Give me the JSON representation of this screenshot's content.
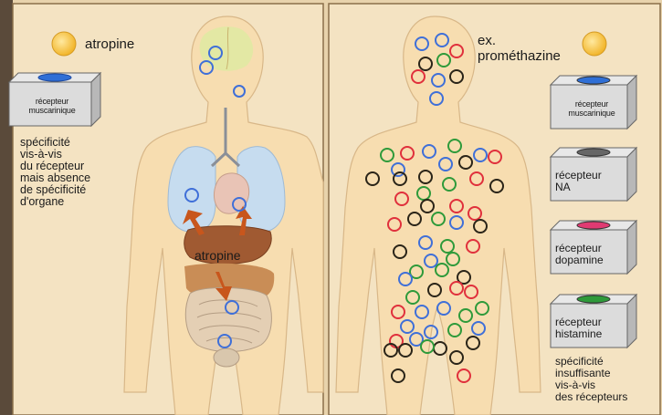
{
  "left_panel": {
    "drug_label": "atropine",
    "receptor_box_label": "récepteur muscarinique",
    "description_lines": [
      "spécificité",
      "vis-à-vis",
      "du récepteur",
      "mais absence",
      "de spécificité",
      "d'organe"
    ],
    "organ_label": "atropine"
  },
  "right_panel": {
    "drug_label_line1": "ex.",
    "drug_label_line2": "prométhazine",
    "receptors": [
      {
        "label_line1": "récepteur",
        "label_line2": "muscarinique",
        "color": "#2f6fd6"
      },
      {
        "label_line1": "récepteur",
        "label_line2": "NA",
        "color": "#666666"
      },
      {
        "label_line1": "récepteur",
        "label_line2": "dopamine",
        "color": "#e03a72"
      },
      {
        "label_line1": "récepteur",
        "label_line2": "histamine",
        "color": "#2e9a3a"
      }
    ],
    "description_lines": [
      "spécificité",
      "insuffisante",
      "vis-à-vis",
      "des récepteurs"
    ]
  },
  "colors": {
    "blue": "#3f6fd8",
    "black": "#2a2418",
    "red": "#e0303c",
    "green": "#2e9a3a",
    "drug_yellow": "#f7c842",
    "body_fill": "#f7ddb0",
    "lung": "#c6dcef",
    "arrow": "#c8561c"
  },
  "icons": {
    "drug": "yellow-circle-icon",
    "receptor": "receptor-box-icon"
  }
}
